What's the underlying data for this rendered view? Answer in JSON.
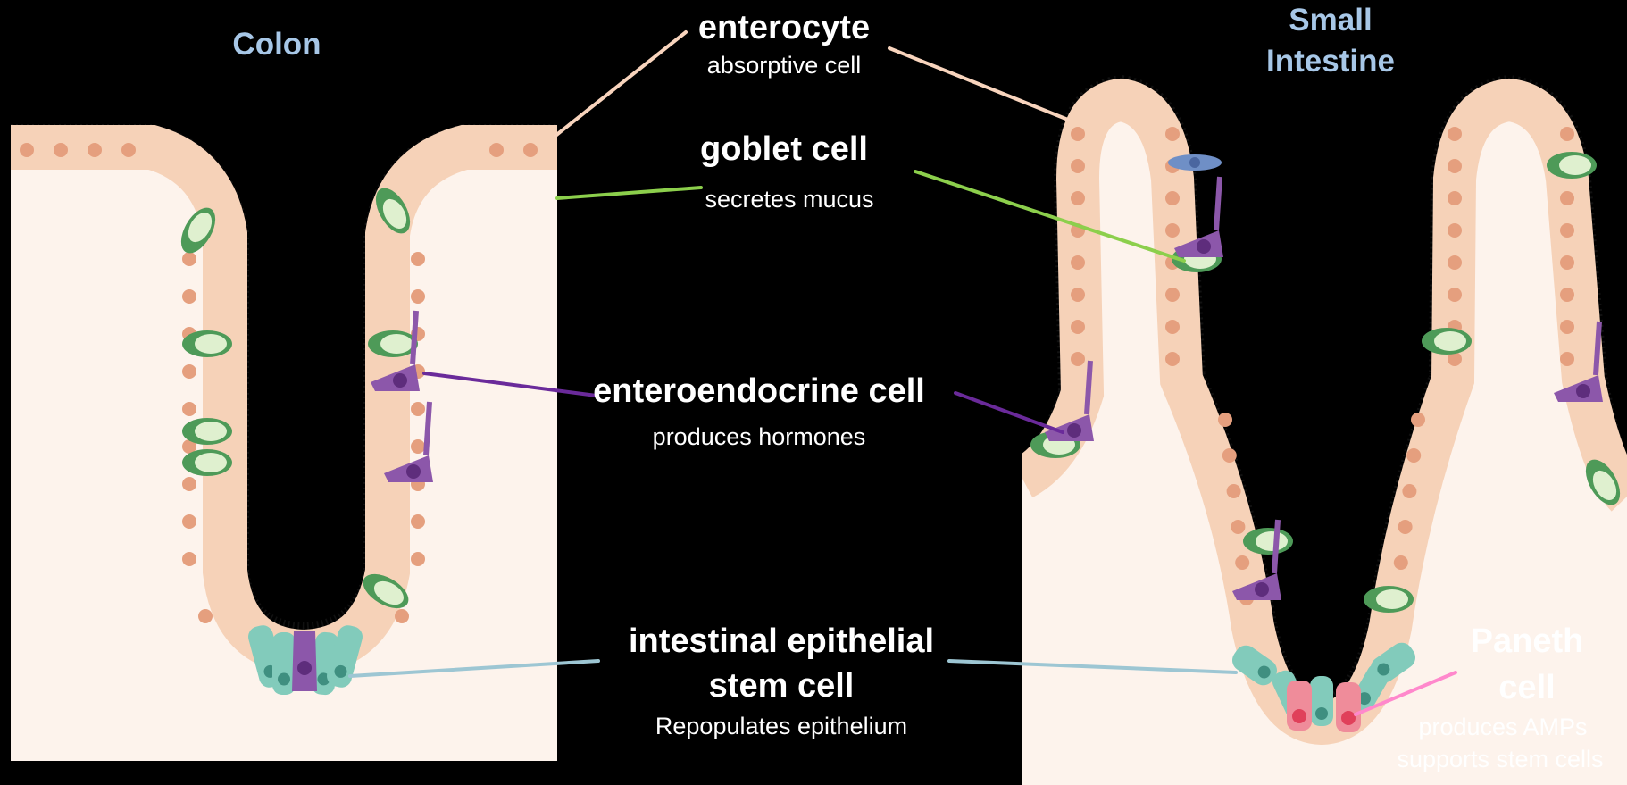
{
  "panels": {
    "left_title": "Colon",
    "right_title": "Small Intestine"
  },
  "labels": {
    "enterocyte": {
      "name": "enterocyte",
      "desc": "absorptive cell"
    },
    "goblet": {
      "name": "goblet cell",
      "desc": "secretes mucus"
    },
    "enteroendocrine": {
      "name": "enteroendocrine cell",
      "desc": "produces hormones"
    },
    "stem": {
      "name_line1": "intestinal epithelial",
      "name_line2": "stem cell",
      "desc": "Repopulates epithelium"
    },
    "paneth": {
      "name_line1": "Paneth",
      "name_line2": "cell",
      "desc_line1": "produces AMPs",
      "desc_line2": "supports stem cells"
    }
  },
  "colors": {
    "background": "#000000",
    "tissue": "#fdf3ec",
    "enterocyte": "#f6d2b8",
    "enterocyte_nucleus": "#e59f7e",
    "goblet": "#4e9a58",
    "goblet_granule": "#dff0cf",
    "enteroendocrine": "#8c57aa",
    "stem": "#82cbbb",
    "paneth": "#ef8c9a",
    "tuft": "#6f8fc6",
    "title": "#a7c7e7",
    "leader_enterocyte": "#f8d4bd",
    "leader_goblet": "#8ccf4c",
    "leader_enteroendocrine": "#6a2a9a",
    "leader_stem": "#9dc6d3",
    "leader_paneth": "#ff88cc"
  }
}
